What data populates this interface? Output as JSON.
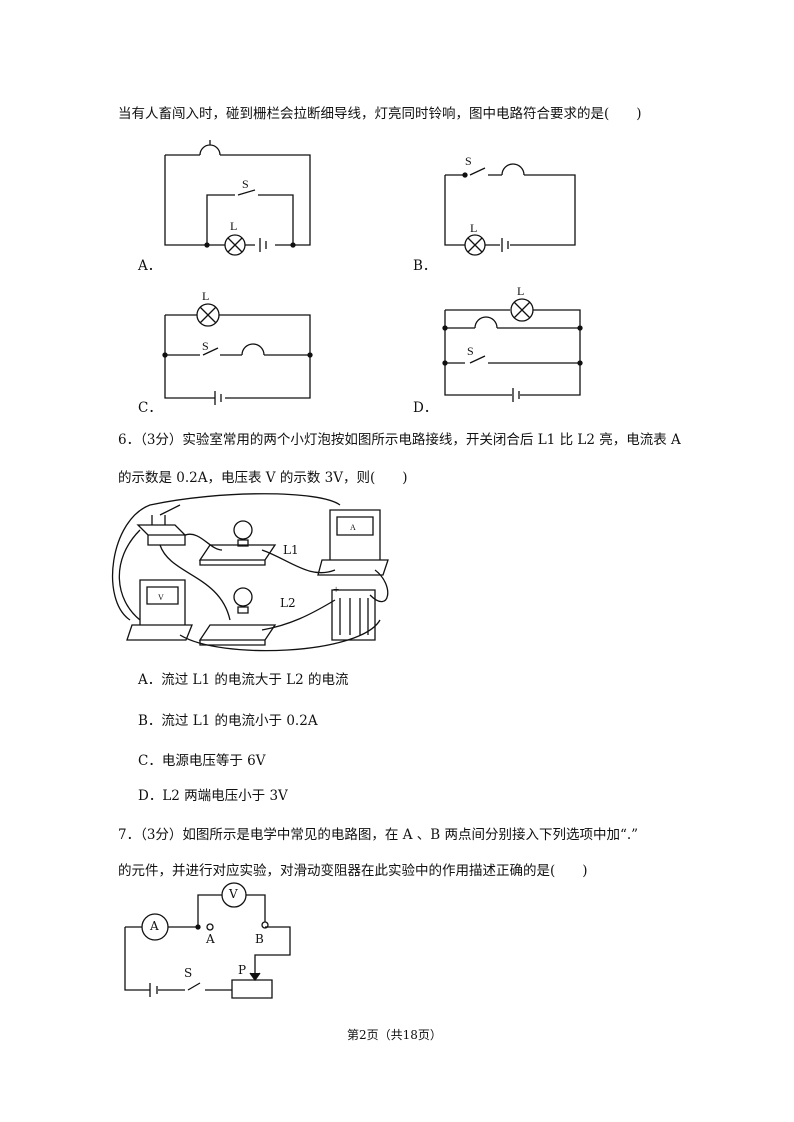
{
  "q5": {
    "stem": "当有人畜闯入时，碰到栅栏会拉断细导线，灯亮同时铃响，图中电路符合要求的是(　　)",
    "options": [
      "A．",
      "B．",
      "C．",
      "D．"
    ],
    "labels": {
      "S": "S",
      "L": "L"
    }
  },
  "q6": {
    "stem_line1": "6．（3分）实验室常用的两个小灯泡按如图所示电路接线，开关闭合后 L1 比 L2 亮，电流表 A",
    "stem_line2": "的示数是 0.2A，电压表 V 的示数 3V，则(　　)",
    "figure_labels": {
      "L1": "L1",
      "L2": "L2",
      "A": "A",
      "V": "V",
      "plus": "+"
    },
    "options": [
      "A．流过 L1 的电流大于 L2 的电流",
      "B．流过 L1 的电流小于 0.2A",
      "C．电源电压等于 6V",
      "D．L2 两端电压小于 3V"
    ]
  },
  "q7": {
    "stem_line1": "7．（3分）如图所示是电学中常见的电路图，在 A 、B 两点间分别接入下列选项中加“.”",
    "stem_line2": "的元件，并进行对应实验，对滑动变阻器在此实验中的作用描述正确的是(　　)",
    "figure_labels": {
      "A_meter": "A",
      "V_meter": "V",
      "A": "A",
      "B": "B",
      "S": "S",
      "P": "P"
    }
  },
  "footer": "第2页（共18页）"
}
